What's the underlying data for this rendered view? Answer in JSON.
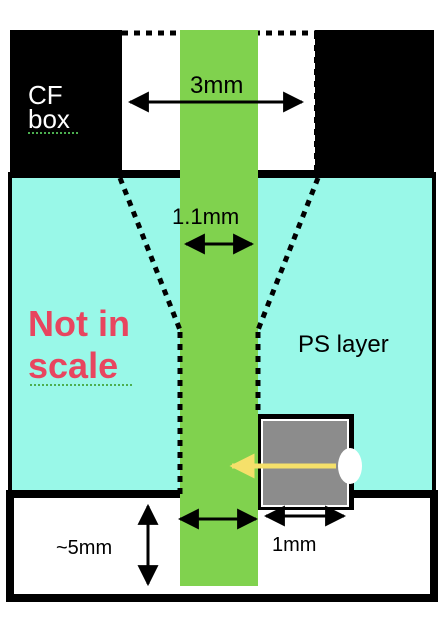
{
  "labels": {
    "cf_box_line1": "CF",
    "cf_box_line2": "box",
    "top_width": "3mm",
    "mid_width": "1.1mm",
    "not_in_scale_line1": "Not in",
    "not_in_scale_line2": "scale",
    "ps_layer": "PS layer",
    "thickness": "~5mm",
    "sensor_width": "1mm"
  },
  "colors": {
    "cf_box": "#000000",
    "ps_layer": "#99f8e8",
    "beam": "#80d24e",
    "sensor": "#8c8c8c",
    "sensor_border": "#ffffff",
    "arrow_yellow": "#f5e06a",
    "warning_text": "#e8455f",
    "dimension_line": "#000000"
  }
}
